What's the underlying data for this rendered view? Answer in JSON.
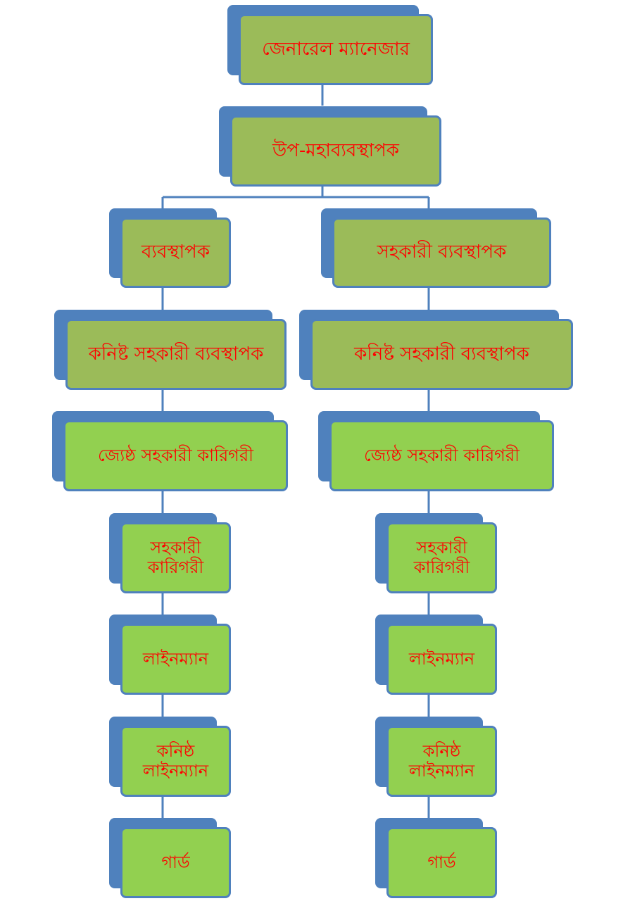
{
  "colors": {
    "shadow": "#4f81bd",
    "olive_fill": "#9bbb59",
    "green_fill": "#92d050",
    "text": "#ff0000",
    "connector": "#4f81bd"
  },
  "org_chart": {
    "general_manager": "জেনারেল ম্যানেজার",
    "deputy_general_manager": "উপ-মহাব্যবস্থাপক",
    "left_branch": {
      "manager": "ব্যবস্থাপক",
      "junior_assistant_manager": "কনিষ্ট সহকারী ব্যবস্থাপক",
      "senior_assistant_technician": "জ্যেষ্ঠ সহকারী কারিগরী",
      "assistant_technician": "সহকারী কারিগরী",
      "lineman": "লাইনম্যান",
      "junior_lineman": "কনিষ্ঠ লাইনম্যান",
      "guard": "গার্ড"
    },
    "right_branch": {
      "assistant_manager": "সহকারী ব্যবস্থাপক",
      "junior_assistant_manager": "কনিষ্ট সহকারী ব্যবস্থাপক",
      "senior_assistant_technician": "জ্যেষ্ঠ সহকারী কারিগরী",
      "assistant_technician": "সহকারী কারিগরী",
      "lineman": "লাইনম্যান",
      "junior_lineman": "কনিষ্ঠ লাইনম্যান",
      "guard": "গার্ড"
    }
  }
}
